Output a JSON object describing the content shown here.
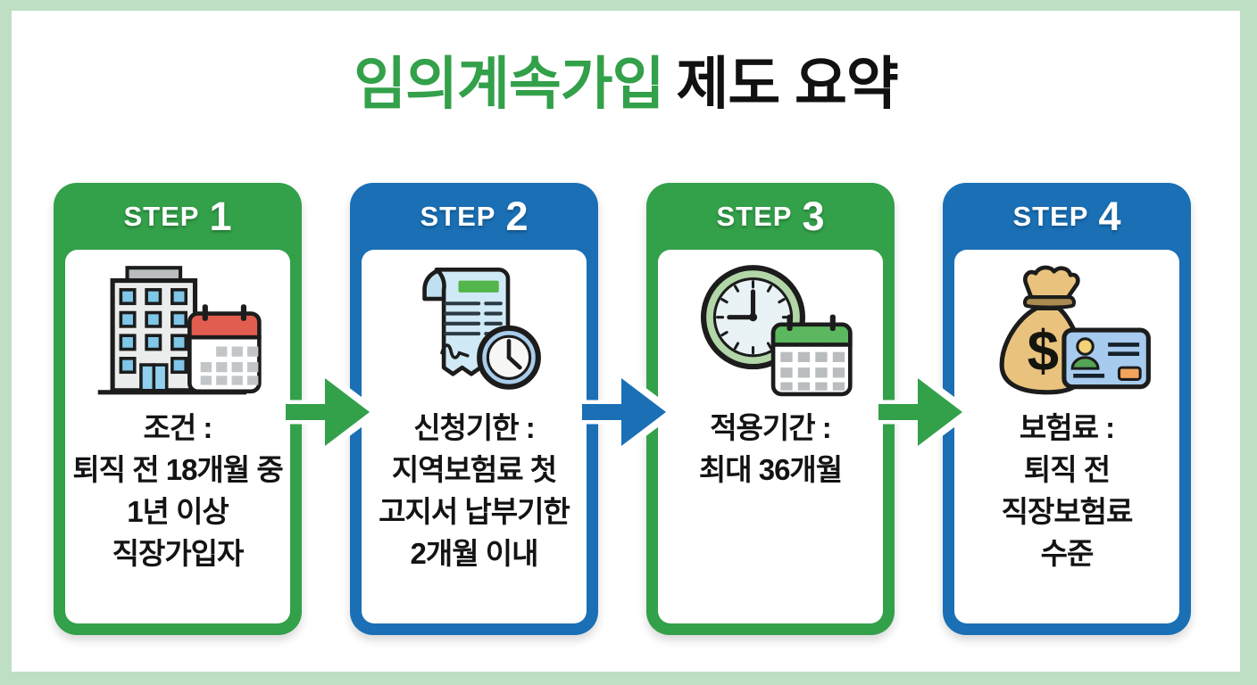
{
  "title": {
    "highlight": "임의계속가입",
    "rest": "제도 요약"
  },
  "palette": {
    "green": "#33a04a",
    "blue": "#1a6fb5",
    "frame": "#bedfc4",
    "ink": "#131313",
    "white": "#ffffff"
  },
  "steps": [
    {
      "label": "STEP",
      "number": "1",
      "color": "green",
      "icon": "building-calendar-icon",
      "lines": [
        "조건 :",
        "퇴직 전 18개월 중",
        "1년 이상",
        "직장가입자"
      ]
    },
    {
      "label": "STEP",
      "number": "2",
      "color": "blue",
      "icon": "receipt-clock-icon",
      "lines": [
        "신청기한 :",
        "지역보험료 첫",
        "고지서 납부기한",
        "2개월 이내"
      ]
    },
    {
      "label": "STEP",
      "number": "3",
      "color": "green",
      "icon": "clock-calendar-icon",
      "lines": [
        "적용기간 :",
        "최대 36개월"
      ]
    },
    {
      "label": "STEP",
      "number": "4",
      "color": "blue",
      "icon": "moneybag-card-icon",
      "lines": [
        "보험료 :",
        "퇴직 전",
        "직장보험료",
        "수준"
      ]
    }
  ],
  "arrows": [
    {
      "direction": "right",
      "color": "green"
    },
    {
      "direction": "right",
      "color": "blue"
    },
    {
      "direction": "right",
      "color": "green"
    }
  ]
}
